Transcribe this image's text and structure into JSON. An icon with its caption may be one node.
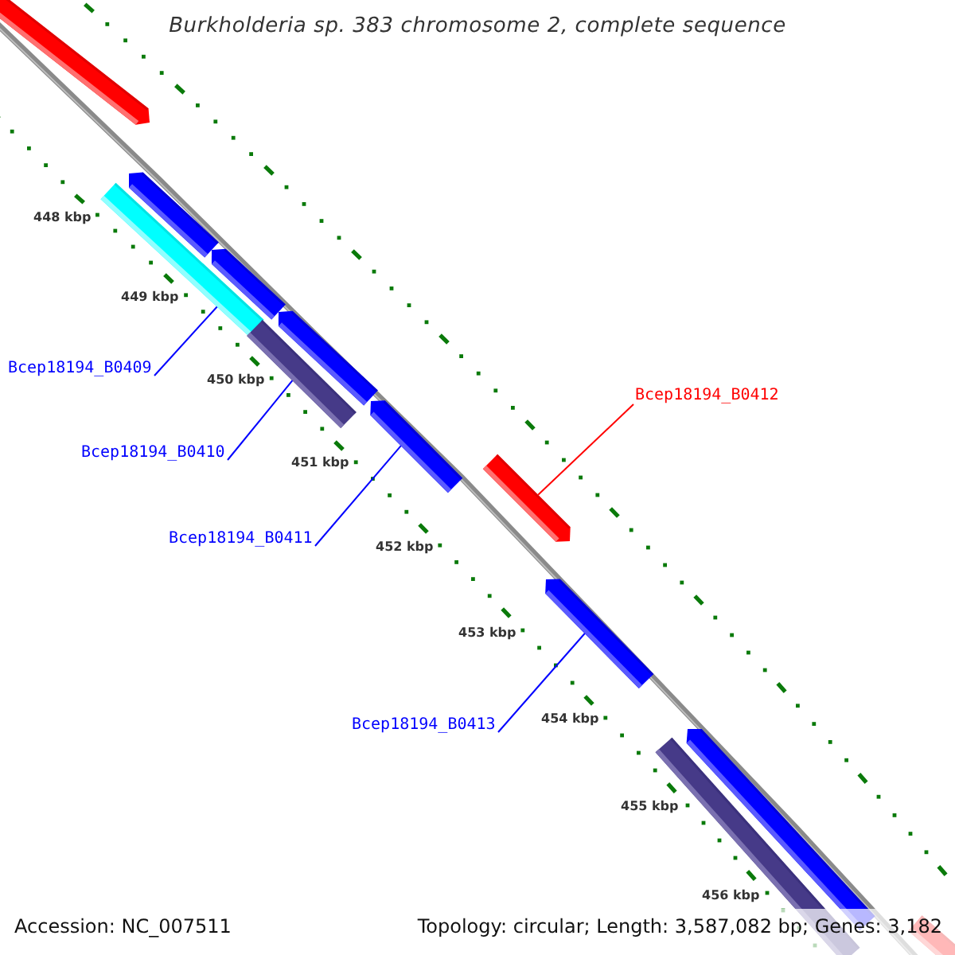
{
  "diagram": {
    "title": "Burkholderia sp. 383 chromosome 2, complete sequence",
    "nodes": [
      {
        "text": [],
        "shape": "bar"
      },
      {
        "text": [],
        "shape": "bar"
      },
      {
        "text": [],
        "shape": "bar"
      },
      {
        "text": [],
        "shape": "bar"
      },
      {
        "text": [],
        "shape": "bar"
      },
      {
        "text": [],
        "shape": "bar"
      },
      {
        "text": [],
        "shape": "bar"
      },
      {
        "text": [],
        "shape": "bar"
      },
      {
        "text": [],
        "shape": "bar"
      },
      {
        "text": [],
        "shape": "bar"
      },
      {
        "text": [],
        "shape": "bar"
      },
      {
        "text": [],
        "shape": "bar"
      },
      {
        "text": [
          "Bcep18194_B0409"
        ]
      },
      {
        "text": [
          "Bcep18194_B0410"
        ]
      },
      {
        "text": [
          "Bcep18194_B0411"
        ]
      },
      {
        "text": [
          "Bcep18194_B0412"
        ]
      },
      {
        "text": [
          "Bcep18194_B0413"
        ]
      }
    ],
    "edges": [
      {
        "from": 12,
        "to": 2,
        "arrow": "none"
      },
      {
        "from": 13,
        "to": 5,
        "arrow": "none"
      },
      {
        "from": 14,
        "to": 6,
        "arrow": "none"
      },
      {
        "from": 15,
        "to": 7,
        "arrow": "none",
        "color": "#ff0000"
      },
      {
        "from": 16,
        "to": 8,
        "arrow": "none"
      }
    ],
    "labels": [
      "448 kbp",
      "449 kbp",
      "450 kbp",
      "451 kbp",
      "452 kbp",
      "453 kbp",
      "454 kbp",
      "455 kbp",
      "456 kbp",
      "Accession: NC_007511",
      "Topology: circular; Length: 3,587,082 bp; Genes: 3,182"
    ]
  }
}
